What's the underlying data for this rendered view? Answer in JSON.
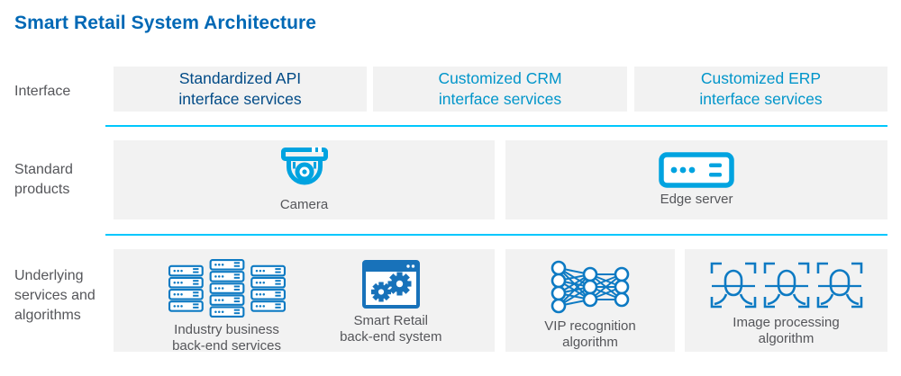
{
  "title": "Smart Retail System Architecture",
  "colors": {
    "title_blue": "#0068b5",
    "interface_navy_text": "#004a86",
    "interface_cyan_text": "#0095ca",
    "divider_cyan": "#00c7fd",
    "panel_gray": "#f2f2f2",
    "label_gray": "#55565a",
    "product_icon_cyan": "#00a3e0",
    "algorithm_icon_blue": "#0d7ac3"
  },
  "rows": {
    "interface": {
      "label": "Interface",
      "boxes": [
        {
          "text": "Standardized API\ninterface services"
        },
        {
          "text": "Customized CRM\ninterface services"
        },
        {
          "text": "Customized ERP\ninterface services"
        }
      ]
    },
    "standard": {
      "label": "Standard\nproducts",
      "items": [
        {
          "icon": "dome-camera-icon",
          "caption": "Camera"
        },
        {
          "icon": "edge-server-icon",
          "caption": "Edge server"
        }
      ]
    },
    "underlying": {
      "label": "Underlying\nservices and\nalgorithms",
      "items": [
        {
          "icon": "server-rack-icon",
          "caption": "Industry business\nback-end services"
        },
        {
          "icon": "gears-window-icon",
          "caption": "Smart Retail\nback-end system"
        },
        {
          "icon": "neural-network-icon",
          "caption": "VIP recognition\nalgorithm"
        },
        {
          "icon": "face-detection-icon",
          "caption": "Image processing\nalgorithm"
        }
      ]
    }
  }
}
